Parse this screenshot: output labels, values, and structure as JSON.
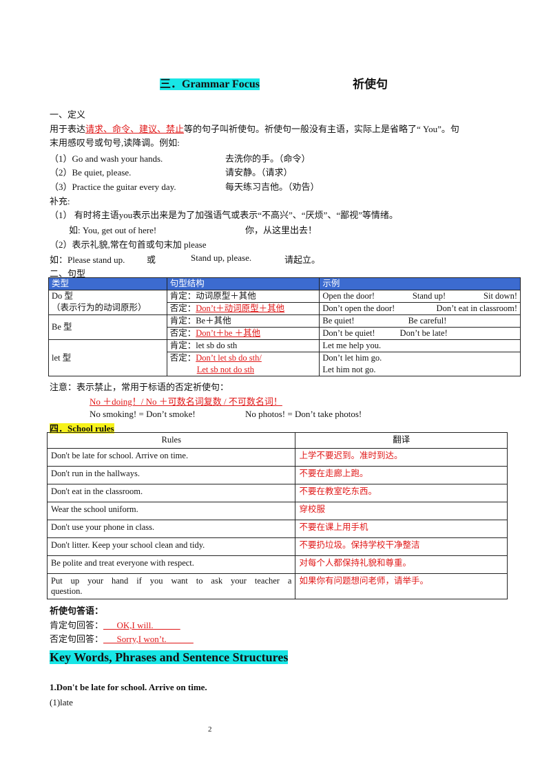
{
  "title": {
    "prefix": "三．Grammar Focus",
    "right": "祈使句"
  },
  "definition": {
    "heading": "一、定义",
    "p1_pre": "用于表达",
    "p1_red": "请求、命令、建议、禁止",
    "p1_post": "等的句子叫祈使句。祈使句一般没有主语，实际上是省略了“ You”。句",
    "p2": "末用感叹号或句号,读降调。例如:",
    "examples": [
      {
        "en": "（1）Go and wash your hands.",
        "zh": "去洗你的手。（命令）"
      },
      {
        "en": "（2）Be quiet, please.",
        "zh": "请安静。（请求）"
      },
      {
        "en": "（3）Practice the guitar every day.",
        "zh": "每天练习吉他。（劝告）"
      }
    ],
    "supplement": "补充:",
    "s1": "（1）  有时将主语you表示出来是为了加强语气或表示“不高兴”、“厌烦”、“鄙视”等情绪。",
    "s1_ex_en": "如:   You, get out of here!",
    "s1_ex_zh": "你，从这里出去！",
    "s2": "（2）表示礼貌,常在句首或句末加   please",
    "s2_ex_a": "如：Please stand up.",
    "s2_ex_or": "或",
    "s2_ex_b": "Stand up, please.",
    "s2_ex_zh": "请起立。"
  },
  "patterns": {
    "heading": "二、句型",
    "headers": [
      "类型",
      "句型结构",
      "示例"
    ],
    "do_type": "Do 型",
    "do_type_note": "（表示行为的动词原形）",
    "do_pos": "肯定：动词原型＋其他",
    "do_neg_label": "否定：",
    "do_neg": "Don’t＋动词原型＋其他",
    "do_pos_ex": [
      "Open the door!",
      "Stand up!",
      "Sit down!"
    ],
    "do_neg_ex": [
      "Don’t open the door!",
      "Don’t eat in classroom!"
    ],
    "be_type": "Be 型",
    "be_pos": "肯定：Be＋其他",
    "be_neg_label": "否定：",
    "be_neg": "Don’t＋be  ＋其他",
    "be_pos_ex": [
      "Be quiet!",
      "Be careful!"
    ],
    "be_neg_ex": [
      "Don’t be quiet!",
      "Don’t be late!"
    ],
    "let_type": "let 型",
    "let_pos": "肯定：let  sb  do  sth",
    "let_neg_label": "否定：",
    "let_neg1": "Don’t  let  sb  do  sth/",
    "let_neg2": "Let  sb  not  do  sth",
    "let_pos_ex": "Let  me  help  you.",
    "let_neg_ex1": "Don’t  let  him  go.",
    "let_neg_ex2": "Let  him  not  go."
  },
  "note": {
    "text": "注意：表示禁止，常用于标语的否定祈使句：",
    "red": "No  ＋doing！/ No  ＋可数名词复数 / 不可数名词！",
    "ex1": "No smoking! = Don’t smoke!",
    "ex2": "No photos! = Don’t take photos!"
  },
  "rules": {
    "heading": "四．School  rules",
    "headers": [
      "Rules",
      "翻译"
    ],
    "rows": [
      {
        "en": "Don't be late for school. Arrive on time.",
        "zh": "上学不要迟到。准时到达。"
      },
      {
        "en": "Don't run in the hallways.",
        "zh": "不要在走廊上跑。"
      },
      {
        "en": "Don't eat in the classroom.",
        "zh": "不要在教室吃东西。"
      },
      {
        "en": "Wear the school uniform.",
        "zh": "穿校服"
      },
      {
        "en": "Don't use your phone in class.",
        "zh": "不要在课上用手机"
      },
      {
        "en": "Don't litter.  Keep your school clean and tidy.",
        "zh": "不要扔垃圾。保持学校干净整洁"
      },
      {
        "en": "Be polite and treat everyone with respect.",
        "zh": "对每个人都保持礼貌和尊重。"
      }
    ],
    "last_en1": "Put  up  your  hand  if  you  want  to  ask  your  teacher  a",
    "last_en2": "question.",
    "last_zh": "如果你有问题想问老师，请举手。"
  },
  "answers": {
    "heading": "祈使句答语：",
    "pos_label": "肯定句回答：",
    "pos_blank1": "___",
    "pos": "OK,I  will.",
    "pos_blank2": "______",
    "neg_label": "否定句回答：",
    "neg_blank1": "___",
    "neg": "Sorry,I  won’t.",
    "neg_blank2": "______"
  },
  "key_words": {
    "heading": "Key Words, Phrases and Sentence Structures",
    "item1": "1.Don't be late for school. Arrive on time.",
    "sub1": "(1)late"
  },
  "page_number": "2"
}
